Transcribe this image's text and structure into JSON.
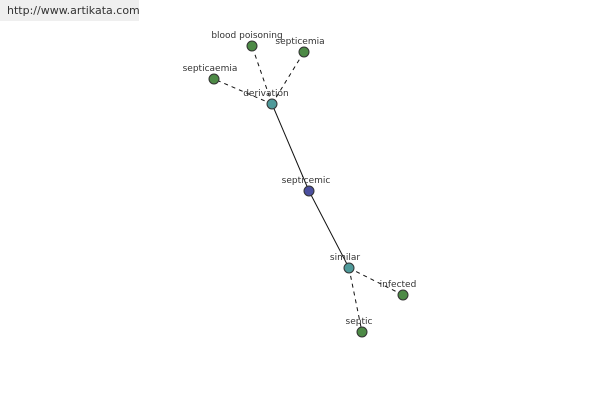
{
  "banner": {
    "url": "http://www.artikata.com"
  },
  "graph": {
    "nodes": [
      {
        "id": "septicemic",
        "label": "septicemic",
        "kind": "center"
      },
      {
        "id": "derivation",
        "label": "derivation",
        "kind": "relation"
      },
      {
        "id": "similar",
        "label": "similar",
        "kind": "relation"
      },
      {
        "id": "blood-poisoning",
        "label": "blood poisoning",
        "kind": "term"
      },
      {
        "id": "septicemia",
        "label": "septicemia",
        "kind": "term"
      },
      {
        "id": "septicaemia",
        "label": "septicaemia",
        "kind": "term"
      },
      {
        "id": "infected",
        "label": "infected",
        "kind": "term"
      },
      {
        "id": "septic",
        "label": "septic",
        "kind": "term"
      }
    ],
    "edges": [
      {
        "from": "septicemic",
        "to": "derivation",
        "style": "solid"
      },
      {
        "from": "septicemic",
        "to": "similar",
        "style": "solid"
      },
      {
        "from": "derivation",
        "to": "blood-poisoning",
        "style": "dashed"
      },
      {
        "from": "derivation",
        "to": "septicemia",
        "style": "dashed"
      },
      {
        "from": "derivation",
        "to": "septicaemia",
        "style": "dashed"
      },
      {
        "from": "similar",
        "to": "infected",
        "style": "dashed"
      },
      {
        "from": "similar",
        "to": "septic",
        "style": "dashed"
      }
    ],
    "colors": {
      "center": "#4b4f9e",
      "relation": "#4f9a9a",
      "term": "#4d8a46",
      "stroke": "#333333",
      "edge": "#111111"
    }
  }
}
